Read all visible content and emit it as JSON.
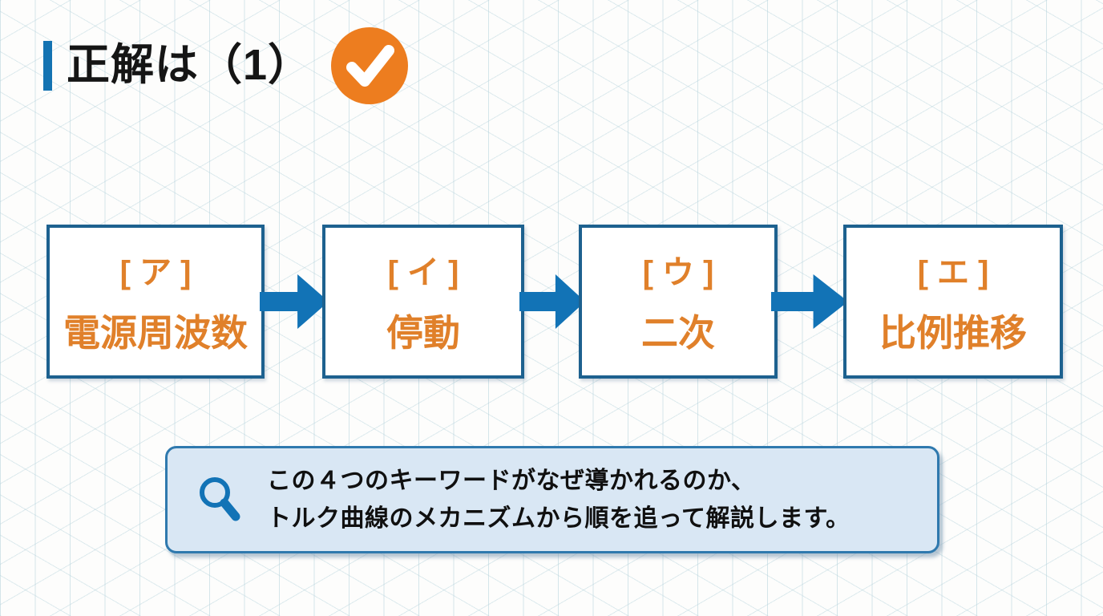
{
  "colors": {
    "accent_blue": "#1273B6",
    "title_bar_blue": "#1473B2",
    "box_border_blue": "#1D618F",
    "check_circle_orange": "#ED7D1F",
    "keyword_orange": "#E0802A",
    "note_background": "#D9E7F4",
    "note_border_blue": "#2F79AE"
  },
  "header": {
    "title": "正解は（1）",
    "check_icon": "check-circle-icon"
  },
  "flow": {
    "arrow_icon": "right-arrow-icon",
    "boxes": [
      {
        "label": "[ ア ]",
        "keyword": "電源周波数"
      },
      {
        "label": "[ イ ]",
        "keyword": "停動"
      },
      {
        "label": "[ ウ ]",
        "keyword": "二次"
      },
      {
        "label": "[ エ ]",
        "keyword": "比例推移"
      }
    ]
  },
  "note": {
    "icon": "magnifier-icon",
    "line1": "この４つのキーワードがなぜ導かれるのか、",
    "line2": "トルク曲線のメカニズムから順を追って解説します。"
  }
}
